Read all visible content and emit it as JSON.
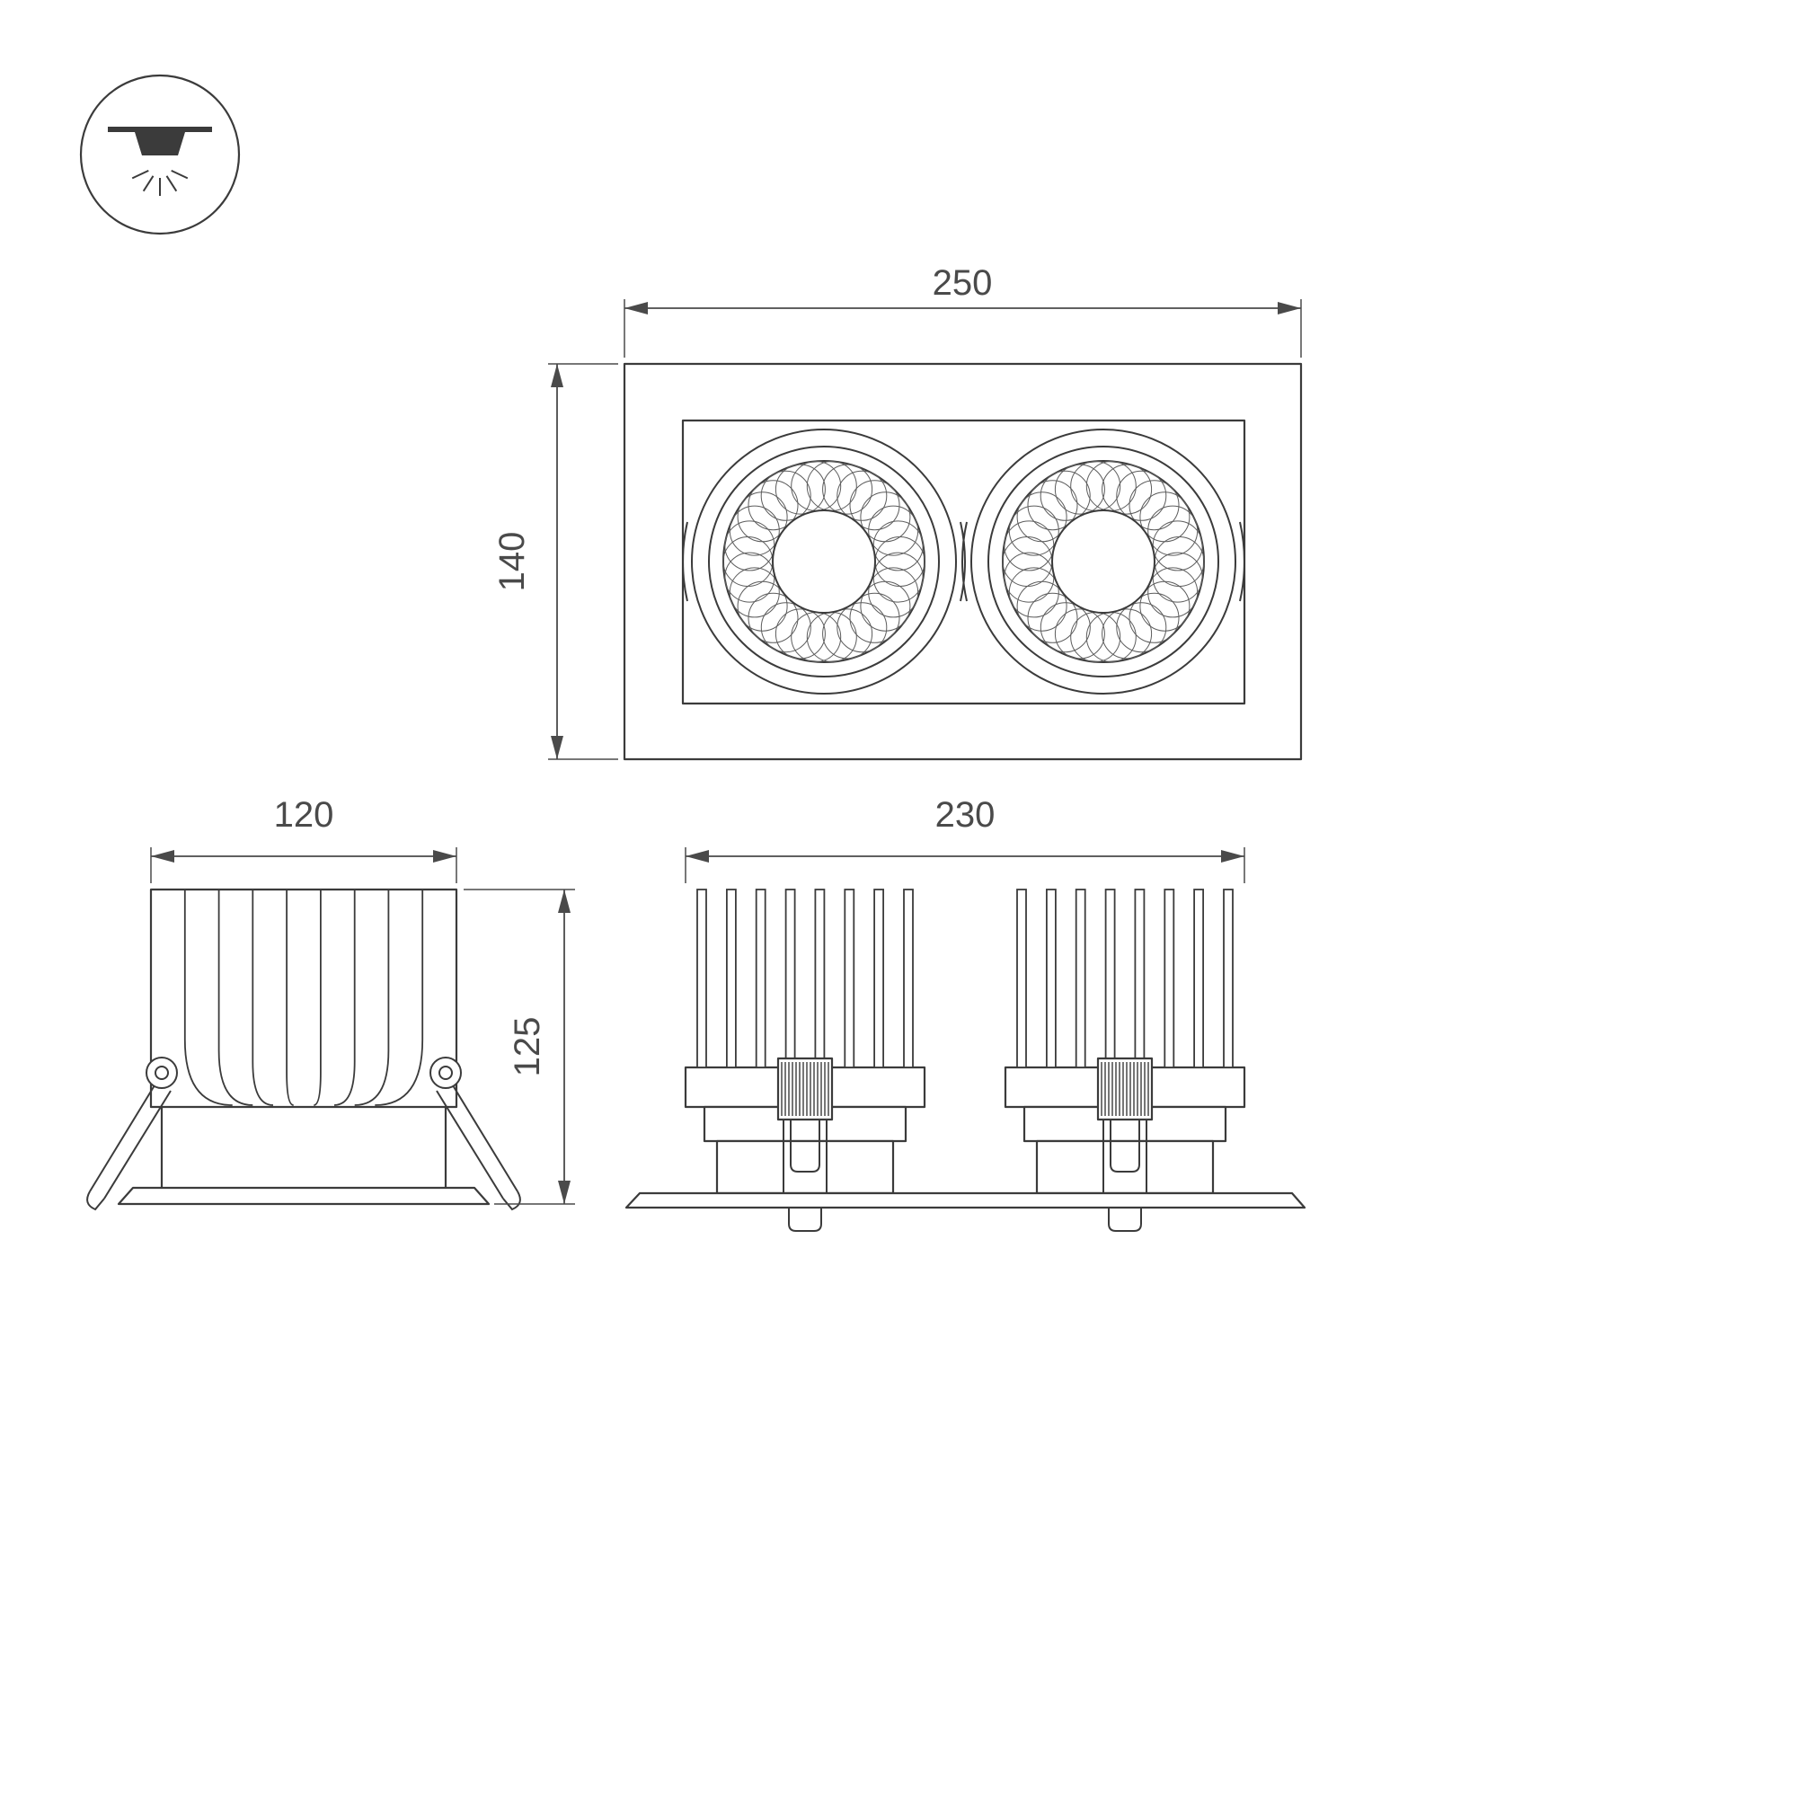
{
  "colors": {
    "bg": "#ffffff",
    "line": "#3b3b3b",
    "dim": "#4a4a4a"
  },
  "icons": {
    "type_badge": "recessed-downlight-icon"
  },
  "views": {
    "front": {
      "width": "250",
      "height": "140"
    },
    "side": {
      "width": "120",
      "height": "125"
    },
    "long": {
      "width": "230"
    }
  }
}
